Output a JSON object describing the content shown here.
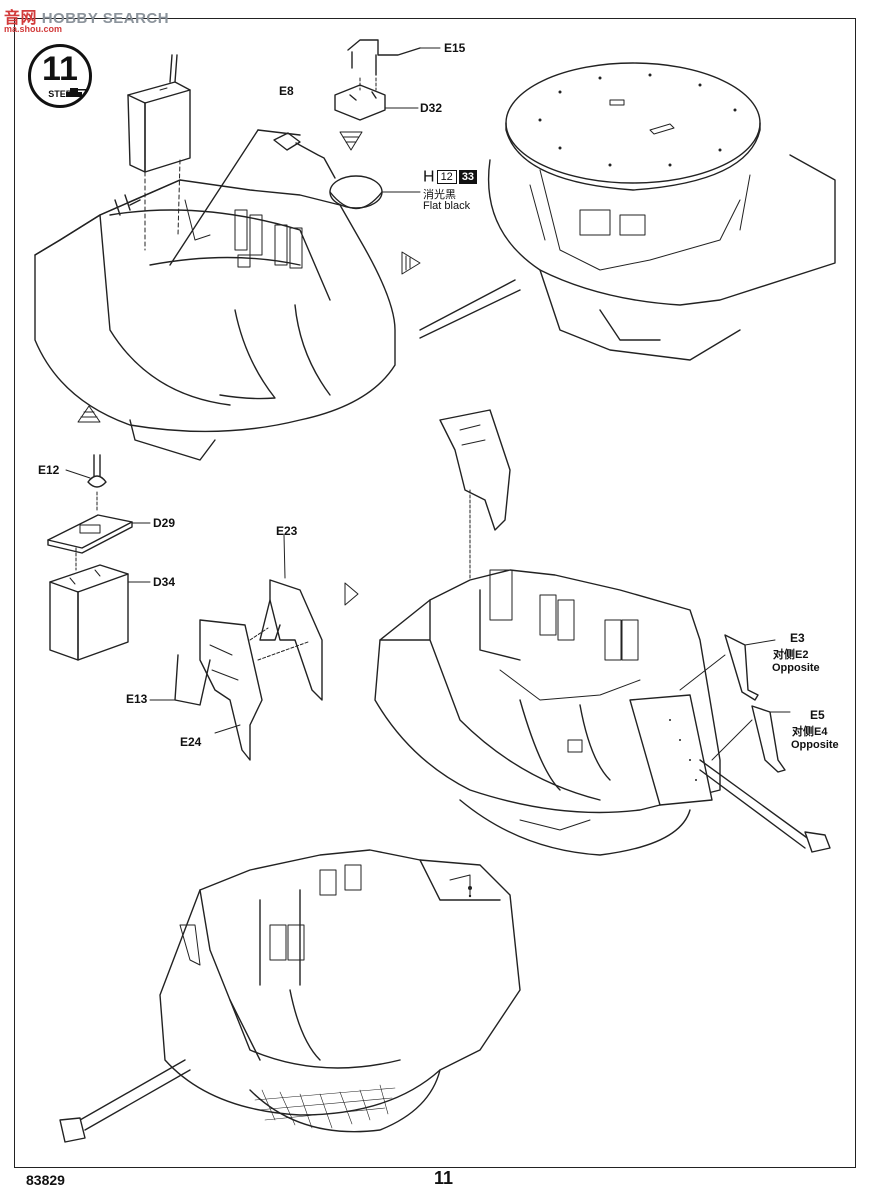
{
  "watermark": {
    "brand_cn": "音网",
    "brand_en": "HOBBY SEARCH",
    "url": "ma.shou.com"
  },
  "step": {
    "number": "11",
    "label": "STEP"
  },
  "parts": {
    "e15": "E15",
    "d32": "D32",
    "e8": "E8",
    "e12": "E12",
    "d29": "D29",
    "d34": "D34",
    "e23": "E23",
    "e13": "E13",
    "e24": "E24",
    "e3": "E3",
    "e3_opp_cn": "对侧E2",
    "e3_opp_en": "Opposite",
    "e5": "E5",
    "e5_opp_cn": "对侧E4",
    "e5_opp_en": "Opposite"
  },
  "paint": {
    "letter": "H",
    "code_a": "12",
    "code_b": "33",
    "name_cn": "消光黑",
    "name_en": "Flat black"
  },
  "footer": {
    "product_code": "83829",
    "page_number": "11"
  },
  "icons": [
    "step-tank-icon",
    "arrow-down-icon",
    "arrow-right-icon",
    "arrow-up-icon"
  ]
}
